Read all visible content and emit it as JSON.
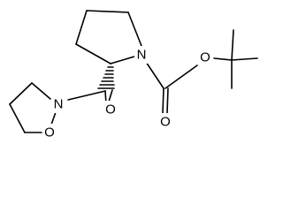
{
  "molecule": {
    "atoms": {
      "n_pyrrolidine": "N",
      "n_isoxazolidine": "N",
      "o_ring": "O",
      "o_amide": "O",
      "o_ester": "O",
      "o_carbonyl": "O"
    },
    "stereo_bond": "hashed-wedge",
    "colors": {
      "bond": "#000000",
      "text": "#000000",
      "background": "#ffffff"
    }
  }
}
